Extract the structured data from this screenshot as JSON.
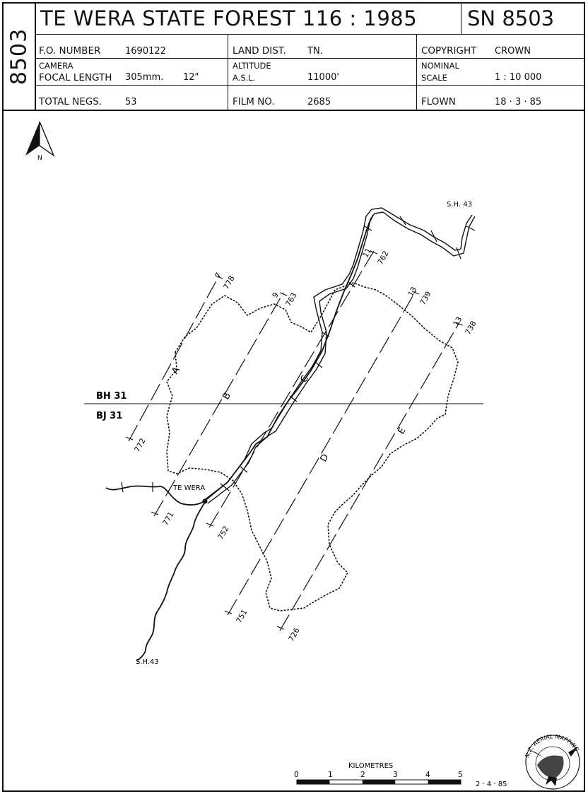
{
  "sheet": {
    "number": "8503",
    "title": "TE WERA STATE FOREST 116 : 1985",
    "sn": "SN 8503",
    "fo_number": {
      "label": "F.O. NUMBER",
      "value": "1690122"
    },
    "land_dist": {
      "label": "LAND DIST.",
      "value": "TN."
    },
    "copyright": {
      "label": "COPYRIGHT",
      "value": "CROWN"
    },
    "camera": {
      "label1": "CAMERA",
      "label2": "FOCAL LENGTH",
      "value": "305mm.",
      "value2": "12\""
    },
    "altitude": {
      "label1": "ALTITUDE",
      "label2": "A.S.L.",
      "value": "11000'"
    },
    "nominal_scale": {
      "label1": "NOMINAL",
      "label2": "SCALE",
      "value": "1 : 10 000"
    },
    "total_negs": {
      "label": "TOTAL NEGS.",
      "value": "53"
    },
    "film_no": {
      "label": "FILM NO.",
      "value": "2685"
    },
    "flown": {
      "label": "FLOWN",
      "value": "18 · 3 · 85"
    }
  },
  "map": {
    "north_label": "N",
    "highway_top": "S.H. 43",
    "highway_bottom": "S.H.43",
    "town": "TE WERA",
    "grid_line_upper": "BH 31",
    "grid_line_lower": "BJ 31",
    "runs": [
      {
        "letter": "A",
        "start": "772",
        "end": "778",
        "count": "7"
      },
      {
        "letter": "B",
        "start": "771",
        "end": "763",
        "count": "9"
      },
      {
        "letter": "C",
        "start": "752",
        "end": "762",
        "count": "11"
      },
      {
        "letter": "D",
        "start": "751",
        "end": "739",
        "count": "13"
      },
      {
        "letter": "E",
        "start": "726",
        "end": "738",
        "count": "13"
      }
    ],
    "scale_bar": {
      "title": "KILOMETRES",
      "ticks": [
        "0",
        "1",
        "2",
        "3",
        "4",
        "5"
      ]
    },
    "date_stamp": "2 · 4 · 85",
    "logo_text": "N.Z. AERIAL MAPPING LTD"
  }
}
